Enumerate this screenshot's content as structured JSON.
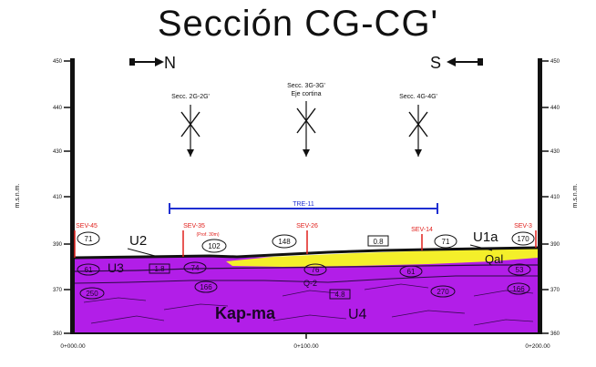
{
  "title": "Sección CG-CG'",
  "compass": {
    "north": "N",
    "south": "S"
  },
  "y_axis": {
    "label": "m.s.n.m.",
    "ticks": [
      "450",
      "440",
      "430",
      "410",
      "390",
      "370",
      "360"
    ]
  },
  "x_axis": {
    "ticks": [
      "0+000.00",
      "0+100.00",
      "0+200.00"
    ]
  },
  "cross_sections": [
    {
      "label": "Secc. 2G-2G'"
    },
    {
      "label": "Secc. 3G-3G'",
      "sublabel": "Eje cortina"
    },
    {
      "label": "Secc. 4G-4G'"
    }
  ],
  "tomography": {
    "label": "TRE-11",
    "color": "#1f2fd1"
  },
  "soundings": [
    {
      "label": "SEV-45",
      "color": "#e0201c"
    },
    {
      "label": "SEV-35",
      "sublabel": "(Prof. 30m)",
      "color": "#e0201c"
    },
    {
      "label": "SEV-26",
      "color": "#e0201c"
    },
    {
      "label": "SEV-14",
      "color": "#e0201c"
    },
    {
      "label": "SEV-3",
      "color": "#e0201c"
    }
  ],
  "units": {
    "u2": "U2",
    "u3": "U3",
    "u1a": "U1a",
    "qal": "Qal",
    "qz": "Q-2",
    "kapma": "Kap-ma",
    "u4": "U4"
  },
  "resistivity_upper": [
    "71",
    "102",
    "148",
    "0.8",
    "71",
    "170"
  ],
  "resistivity_middle": [
    "61",
    "1.8",
    "74",
    "76",
    "61",
    "53"
  ],
  "resistivity_lower": [
    "250",
    "166",
    "4.8",
    "270",
    "166"
  ],
  "colors": {
    "kapma": "#b21ee8",
    "qal": "#f4ef2a",
    "surface": "#111111",
    "axis": "#111111"
  }
}
